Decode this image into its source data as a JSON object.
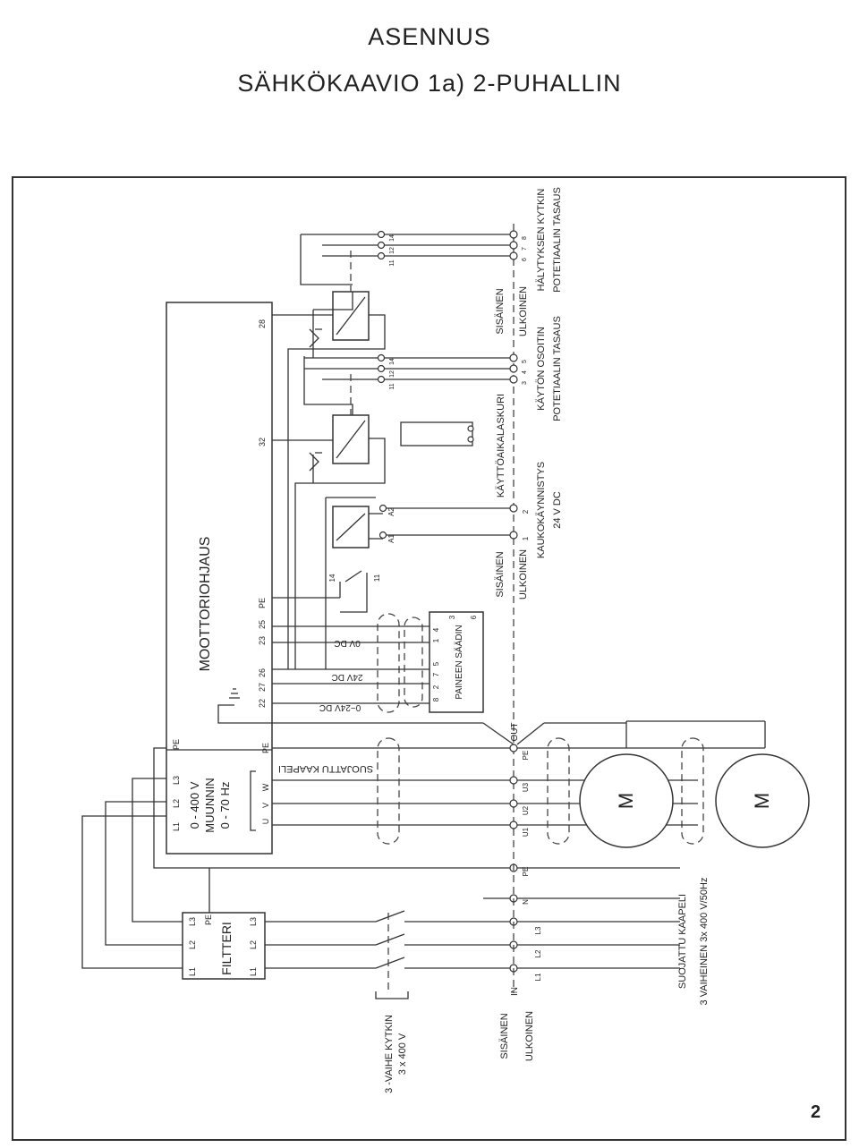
{
  "header": {
    "title": "ASENNUS",
    "subtitle": "SÄHKÖKAAVIO 1a) 2-PUHALLIN"
  },
  "page_number": "2",
  "labels": {
    "moottoriohjaus": "MOOTTORIOHJAUS",
    "muunnin_1": "0 - 400 V",
    "muunnin_2": "MUUNNIN",
    "muunnin_3": "0 - 70 Hz",
    "filtteri": "FILTTERI",
    "paineen_saadin": "PAINEEN SÄÄDIN",
    "suojattu_kaapeli_top": "SUOJATTU KAAPELI",
    "voltage_0v": "0V DC",
    "voltage_24v": "24V DC",
    "voltage_0_24v": "0−24V DC",
    "sisainen": "SISÄINEN",
    "ulkoinen": "ULKOINEN",
    "kaukokaynnistys_1": "KAUKOKÄYNNISTYS",
    "kaukokaynnistys_2": "24 V DC",
    "kayttoaikalaskuri": "KÄYTTÖAIKALASKURI",
    "kayton_osoitin_1": "KÄYTÖN OSOITIN",
    "kayton_osoitin_2": "POTETIAALIN TASAUS",
    "halytyksen_1": "HÄLYTYKSEN KYTKIN",
    "halytyksen_2": "POTETIAALIN TASAUS",
    "suojattu_kaapeli_1": "SUOJATTU KAAPELI",
    "suojattu_kaapeli_2": "3 VAIHEINEN 3x 400 V/50Hz",
    "kytkin_1": "3 -VAIHE KYTKIN",
    "kytkin_2": "3 x 400 V",
    "out": "OUT",
    "in": "IN",
    "motor": "M"
  },
  "terminals": {
    "drive_top": [
      "28",
      "32",
      "PE",
      "25",
      "23",
      "22",
      "27",
      "26"
    ],
    "drive_power": [
      "PE",
      "L3",
      "L2",
      "L1",
      "W",
      "V",
      "U",
      "PE"
    ],
    "filter": [
      "L1",
      "L2",
      "PE",
      "L3",
      "L1",
      "L2",
      "L3"
    ],
    "sensor": [
      "3",
      "6",
      "4",
      "1",
      "5",
      "7",
      "2",
      "8"
    ],
    "relay": [
      "A1",
      "A2",
      "14",
      "11",
      "11",
      "12",
      "14"
    ],
    "external": [
      "1",
      "2",
      "3",
      "4",
      "5",
      "6",
      "7",
      "8"
    ],
    "motor_out": [
      "PE",
      "U3",
      "U2",
      "U1"
    ],
    "supply_in": [
      "PE",
      "N",
      "L3",
      "L2",
      "L1"
    ]
  }
}
